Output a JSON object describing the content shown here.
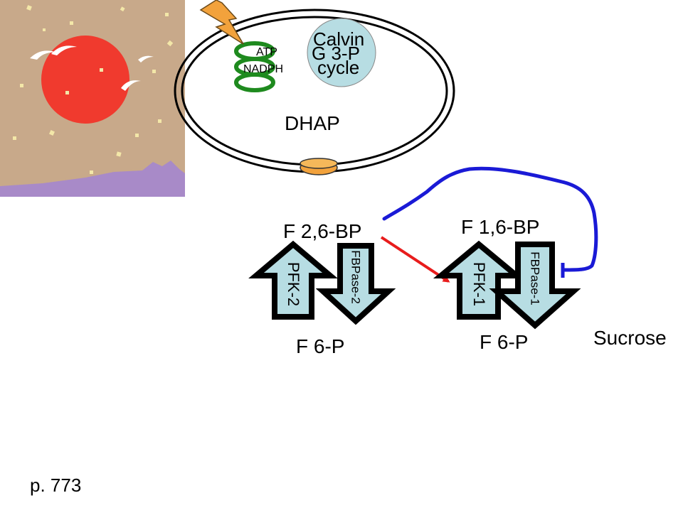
{
  "diagram": {
    "chloroplast": {
      "calvin_label": "Calvin",
      "cycle_label": "cycle",
      "g3p_label": "G 3-P",
      "atp_label": "ATP",
      "nadph_label": "NADPH",
      "dhap_label": "DHAP"
    },
    "left_pair": {
      "top_label": "F 2,6-BP",
      "bottom_label": "F 6-P",
      "up_enzyme": "PFK-2",
      "down_enzyme": "FBPase-2"
    },
    "right_pair": {
      "top_label": "F 1,6-BP",
      "bottom_label": "F 6-P",
      "up_enzyme": "PFK-1",
      "down_enzyme": "FBPase-1"
    },
    "product_label": "Sucrose",
    "page_ref": "p. 773"
  },
  "colors": {
    "scene_background": "#c8a98a",
    "sun": "#f03a2e",
    "mountain": "#a88ac8",
    "lightning": "#f2a23c",
    "calvin_circle": "#b7dde3",
    "thylakoid": "#1e8a1e",
    "transporter": "#f2a23c",
    "arrow_fill": "#b7dde3",
    "activation_arrow": "#e81c1c",
    "inhibition_line": "#1a1ad6"
  }
}
